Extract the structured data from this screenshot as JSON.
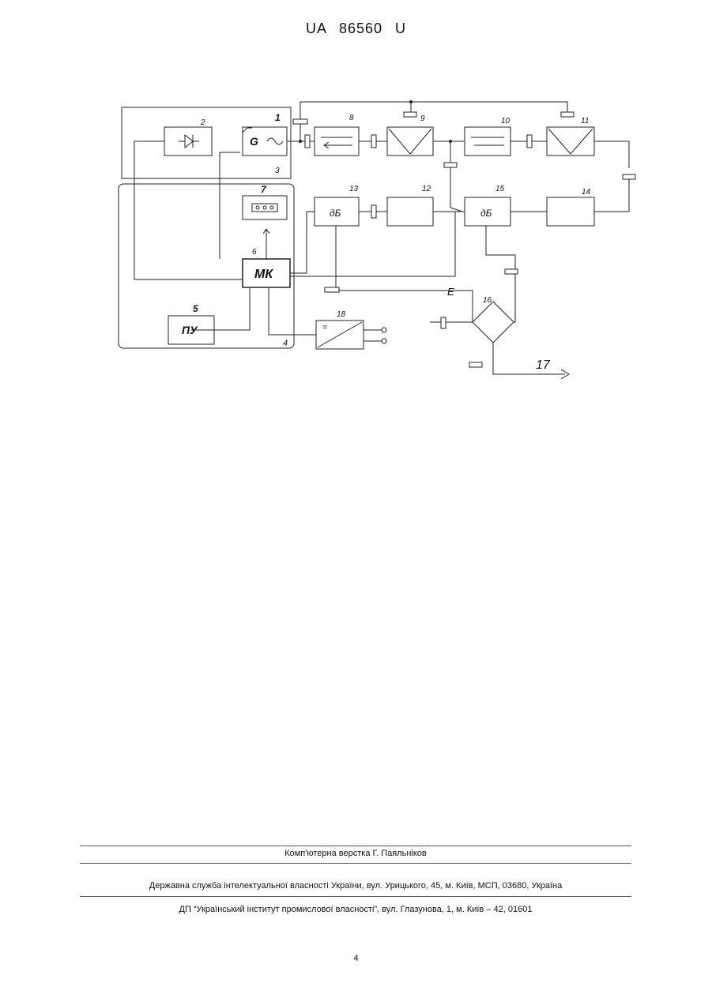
{
  "header": {
    "doc_id": "UA   86560   U"
  },
  "diagram": {
    "block_numbers": [
      "1",
      "2",
      "3",
      "4",
      "5",
      "6",
      "7",
      "8",
      "9",
      "10",
      "11",
      "12",
      "13",
      "14",
      "15",
      "16",
      "17",
      "18"
    ],
    "labels": {
      "generator": "G",
      "mk": "МК",
      "pu": "ПУ",
      "db_13": "дБ",
      "db_15": "дБ",
      "signal_e": "E",
      "psu_symbol": "="
    }
  },
  "footer": {
    "line1": "Комп'ютерна верстка Г. Паяльніков",
    "line2": "Державна служба інтелектуальної власності України, вул. Урицького, 45, м. Київ, МСП, 03680, Україна",
    "line3": "ДП “Український інститут промислової власності”, вул. Глазунова, 1, м. Київ – 42, 01601",
    "page_number": "4"
  }
}
